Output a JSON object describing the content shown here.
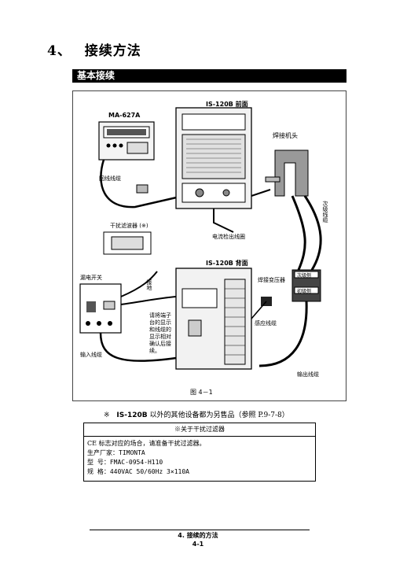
{
  "section": {
    "number": "4、",
    "title": "接续方法"
  },
  "banner": "基本接续",
  "figure": {
    "front_title": "IS-120B 前面",
    "back_title": "IS-120B 背面",
    "monitor_model": "MA-627A",
    "monitor_cable": "回线线缆",
    "weld_head": "焊接机头",
    "secondary_cable": "次级线缆",
    "current_detect_cable": "电流检出线圈",
    "filter": "干扰滤波器 (※)",
    "leakage_switch": "漏电开关",
    "ground": "接地",
    "instruction": [
      "请将端子",
      "台的显示",
      "和线缆的",
      "显示相对",
      "确认后接",
      "续。"
    ],
    "transformer": "焊接变压器",
    "secondary_side": "次级侧",
    "primary_side": "初级侧",
    "sense_cable": "感应线缆",
    "input_cable": "输入线缆",
    "output_cable": "输出线缆",
    "caption": "图 4－1"
  },
  "note": {
    "mark": "※",
    "model": "IS-120B",
    "text": "以外的其他设备都为另售品（参照 P.9-7-8）"
  },
  "notice": {
    "header": "※关于干扰过滤器",
    "line1": "CE 标志对应的场合，请准备干扰过滤器。",
    "line2": "生产厂家：TIMONTA",
    "line3": "型    号：FMAC-0954-H110",
    "line4": "规    格：440VAC  50/60Hz  3×110A"
  },
  "footer": {
    "title": "4. 接续的方法",
    "page": "4-1"
  }
}
